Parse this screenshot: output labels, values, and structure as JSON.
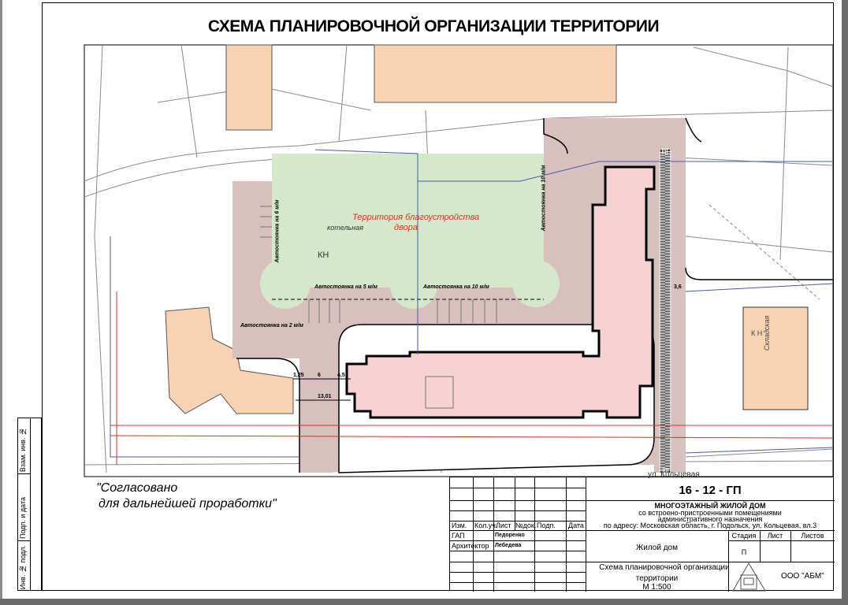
{
  "title": "СХЕМА ПЛАНИРОВОЧНОЙ ОРГАНИЗАЦИИ ТЕРРИТОРИИ",
  "map": {
    "courtyard_label_1": "Территория благоустройства",
    "courtyard_label_2": "двора",
    "parking_5": "Автостоянка на 5 м/м",
    "parking_10": "Автостоянка на 10 м/м",
    "parking_2": "Автостоянка на 2 м/м",
    "parking_left_vertical": "Автостоянка на 6 м/м",
    "parking_right_vertical": "Автостоянка на 10 м/м",
    "dim_1": "1,25",
    "dim_2": "6",
    "dim_3": "4,5",
    "dim_4": "13,01",
    "dim_5": "3,6",
    "street": "ул. Кольцевая",
    "boiler": "котельная",
    "kn_1": "КН",
    "kn_2": "К Н",
    "warehouse": "Складская",
    "colors": {
      "road": "#d8c0bf",
      "courtyard": "#d3e9c9",
      "new_building": "#f6d2d3",
      "existing_building": "#f7d3b3",
      "red_line": "#e0311f",
      "blue_line": "#4a5ab0"
    }
  },
  "note": {
    "line1": "\"Согласовано",
    "line2": "для дальнейшей проработки\""
  },
  "side_stamp": {
    "a": "Взам. инв. №",
    "b": "Подп. и дата",
    "c": "Инв. № подл."
  },
  "title_block": {
    "code": "16 - 12 - ГП",
    "project_title": "МНОГОЭТАЖНЫЙ ЖИЛОЙ ДОМ",
    "project_sub1": "со встроено-пристроенными помещениями",
    "project_sub2": "административного назначения",
    "address": "по адресу: Московская область, г. Подольск, ул. Кольцевая, вл.3",
    "headers": [
      "Изм.",
      "Кол.уч.",
      "Лист",
      "№док.",
      "Подп.",
      "Дата"
    ],
    "roles": [
      {
        "role": "ГАП",
        "name": "Педоренко"
      },
      {
        "role": "Архитектор",
        "name": "Лебедева"
      }
    ],
    "object": "Жилой дом",
    "stage_label": "Стадия",
    "sheet_label": "Лист",
    "sheets_label": "Листов",
    "stage": "П",
    "sheet_title_1": "Схема планировочной организации",
    "sheet_title_2": "территории",
    "scale": "М 1:500",
    "company": "ООО \"АБМ\""
  }
}
